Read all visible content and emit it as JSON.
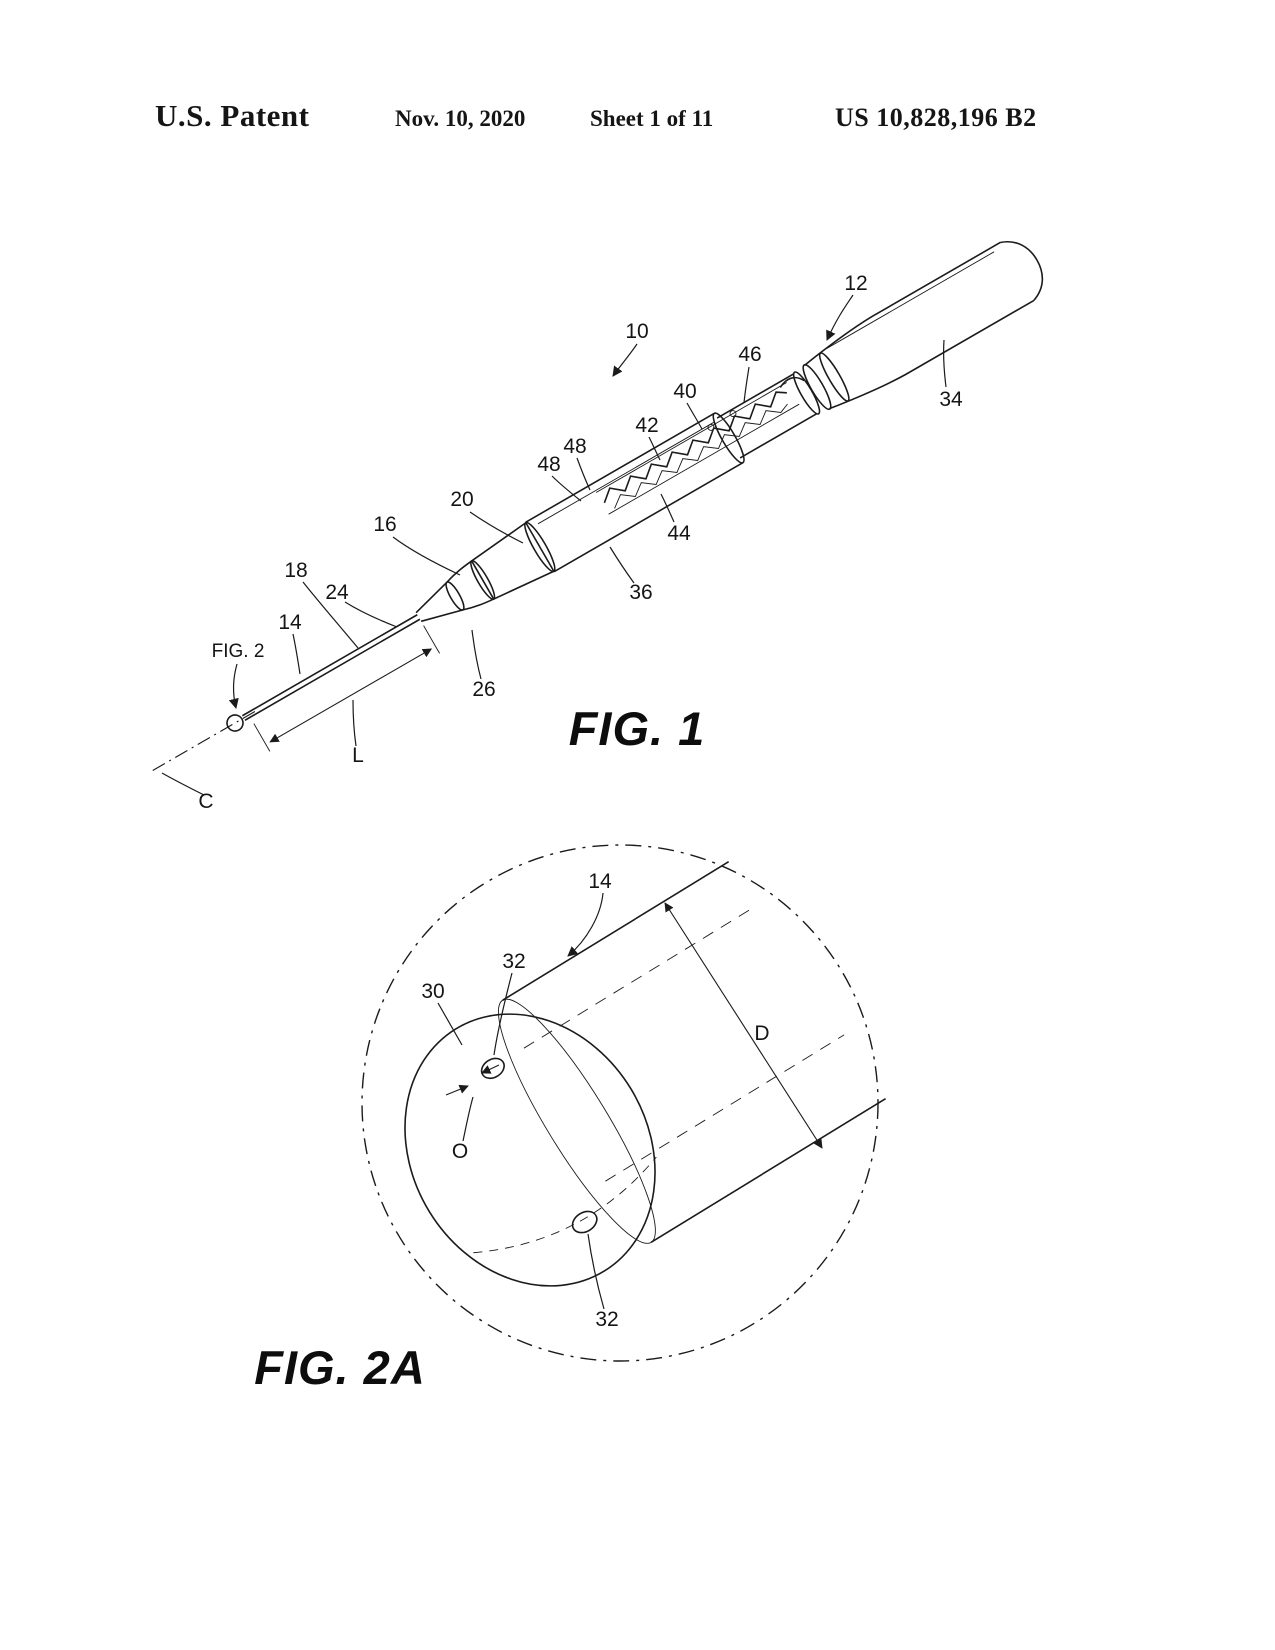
{
  "header": {
    "title": "U.S. Patent",
    "date": "Nov. 10, 2020",
    "sheet": "Sheet 1 of 11",
    "patent_number": "US 10,828,196 B2"
  },
  "fig1": {
    "caption": "FIG. 1",
    "detail_ref": "FIG. 2",
    "labels": {
      "n10": "10",
      "n12": "12",
      "n14": "14",
      "n16": "16",
      "n18": "18",
      "n20": "20",
      "n24": "24",
      "n26": "26",
      "n34": "34",
      "n36": "36",
      "n40": "40",
      "n42": "42",
      "n44": "44",
      "n46": "46",
      "n48a": "48",
      "n48b": "48",
      "L": "L",
      "C": "C"
    }
  },
  "fig2a": {
    "caption": "FIG. 2A",
    "labels": {
      "n14": "14",
      "n30": "30",
      "n32a": "32",
      "n32b": "32",
      "D": "D",
      "O": "O"
    }
  }
}
